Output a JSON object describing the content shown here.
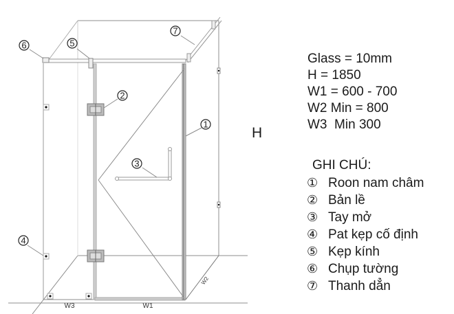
{
  "specs": {
    "glass": "Glass = 10mm",
    "h": "H = 1850",
    "w1": "W1 = 600 - 700",
    "w2": "W2 Min = 800",
    "w3": "W3  Min 300"
  },
  "diagram": {
    "height_label": "H",
    "dim_w1": "W1",
    "dim_w3": "W3",
    "dim_w2": "W2",
    "callouts": [
      "1",
      "2",
      "3",
      "4",
      "5",
      "6",
      "7"
    ]
  },
  "notes": {
    "title": "GHI CHÚ:",
    "items": [
      {
        "num": "①",
        "label": "Roon nam châm"
      },
      {
        "num": "②",
        "label": "Bản lề"
      },
      {
        "num": "③",
        "label": "Tay mở"
      },
      {
        "num": "④",
        "label": "Pat kẹp cố định"
      },
      {
        "num": "⑤",
        "label": "Kẹp kính"
      },
      {
        "num": "⑥",
        "label": "Chụp tường"
      },
      {
        "num": "⑦",
        "label": "Thanh dẳn"
      }
    ]
  },
  "colors": {
    "line": "#8a8a8a",
    "frame": "#9a9a9a",
    "text": "#1a1a1a"
  }
}
